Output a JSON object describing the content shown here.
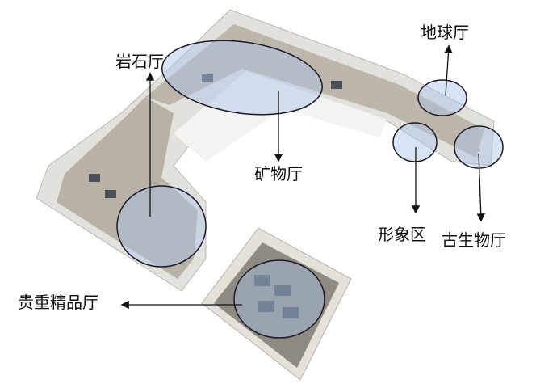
{
  "title": "博物馆展厅平面示意图",
  "labels": {
    "rock": "岩石厅",
    "mineral": "矿物厅",
    "earth": "地球厅",
    "image": "形象区",
    "paleo": "古生物厅",
    "precious": "贵重精品厅"
  },
  "colors": {
    "floor": "#cfcac2",
    "wall": "#e8e6e2",
    "highlight": "#a9c4e6",
    "outline": "#1a1a2a"
  }
}
